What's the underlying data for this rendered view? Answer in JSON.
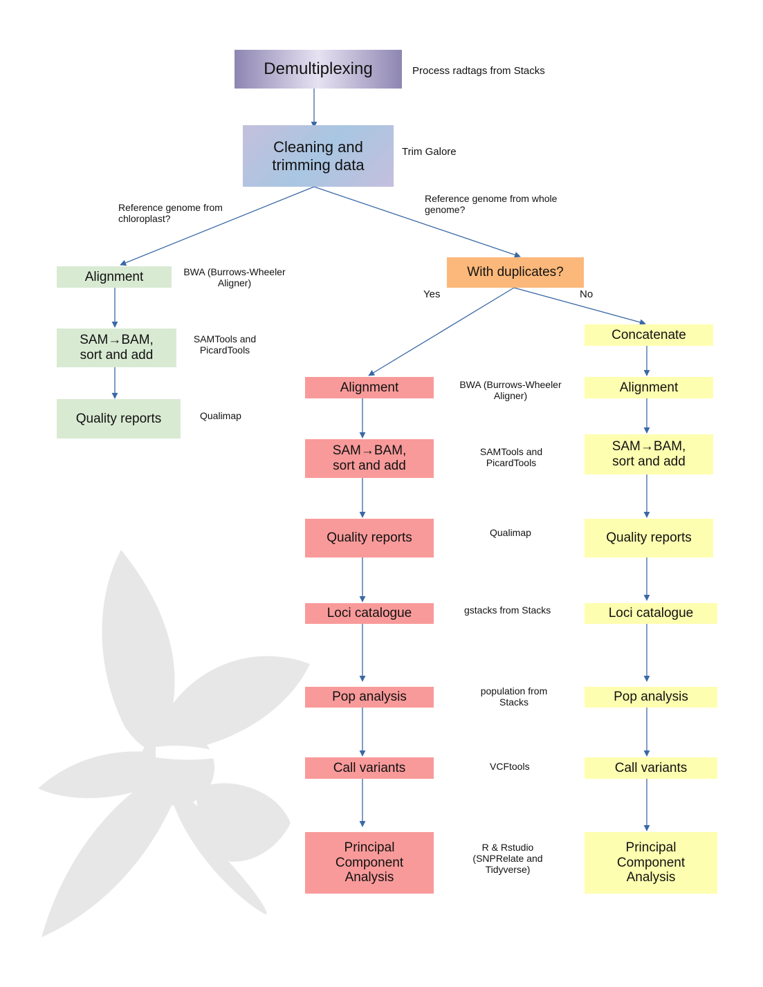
{
  "top": {
    "demultiplexing": "Demultiplexing",
    "demultiplexing_tool": "Process radtags from Stacks",
    "cleaning": "Cleaning and\ntrimming data",
    "cleaning_tool": "Trim Galore"
  },
  "branches": {
    "chloroplast_question": "Reference genome from\nchloroplast?",
    "whole_genome_question": "Reference genome from whole\ngenome?",
    "duplicates_question": "With duplicates?",
    "yes_label": "Yes",
    "no_label": "No"
  },
  "chloroplast": {
    "alignment": "Alignment",
    "alignment_tool": "BWA (Burrows-Wheeler\nAligner)",
    "sam_bam": "SAM→BAM,\nsort and add",
    "sam_bam_tool": "SAMTools and\nPicardTools",
    "quality": "Quality reports",
    "quality_tool": "Qualimap"
  },
  "with_duplicates": {
    "alignment": "Alignment",
    "alignment_tool": "BWA (Burrows-Wheeler\nAligner)",
    "sam_bam": "SAM→BAM,\nsort and add",
    "sam_bam_tool": "SAMTools and\nPicardTools",
    "quality": "Quality reports",
    "quality_tool": "Qualimap",
    "loci": "Loci catalogue",
    "loci_tool": "gstacks from Stacks",
    "pop": "Pop analysis",
    "pop_tool": "population from\nStacks",
    "call": "Call variants",
    "call_tool": "VCFtools",
    "pca": "Principal\nComponent\nAnalysis",
    "pca_tool": "R & Rstudio\n(SNPRelate and\nTidyverse)"
  },
  "no_duplicates": {
    "concatenate": "Concatenate",
    "alignment": "Alignment",
    "sam_bam": "SAM→BAM,\nsort and add",
    "quality": "Quality reports",
    "loci": "Loci catalogue",
    "pop": "Pop analysis",
    "call": "Call variants",
    "pca": "Principal\nComponent\nAnalysis"
  },
  "colors": {
    "arrow": "#3a68a6",
    "green": "#d9ead3",
    "red": "#f99a9a",
    "yellow": "#fefeb0",
    "orange": "#fbb87a",
    "watermark": "#e6e6e6"
  }
}
